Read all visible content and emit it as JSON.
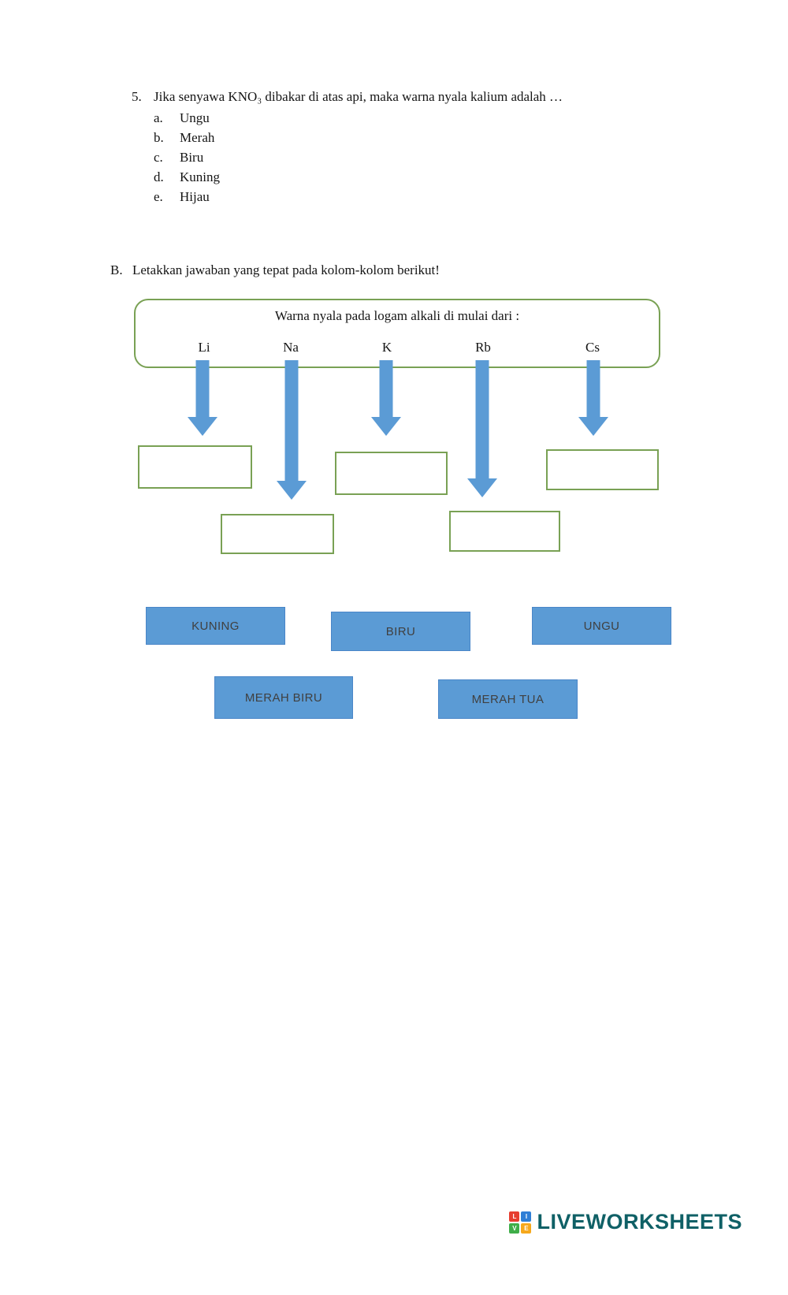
{
  "question": {
    "number": "5.",
    "text": "Jika senyawa KNO₃ dibakar di atas api, maka warna nyala kalium adalah …",
    "options": [
      {
        "letter": "a.",
        "label": "Ungu"
      },
      {
        "letter": "b.",
        "label": "Merah"
      },
      {
        "letter": "c.",
        "label": "Biru"
      },
      {
        "letter": "d.",
        "label": "Kuning"
      },
      {
        "letter": "e.",
        "label": "Hijau"
      }
    ]
  },
  "section_b": {
    "letter": "B.",
    "instruction": "Letakkan jawaban yang tepat pada kolom-kolom berikut!"
  },
  "diagram": {
    "title": "Warna nyala pada logam alkali di mulai dari :",
    "elements": [
      "Li",
      "Na",
      "K",
      "Rb",
      "Cs"
    ]
  },
  "answer_tiles": [
    "KUNING",
    "BIRU",
    "UNGU",
    "MERAH BIRU",
    "MERAH TUA"
  ],
  "footer": {
    "brand": "LIVEWORKSHEETS",
    "logo_letters": [
      "L",
      "I",
      "V",
      "E"
    ]
  },
  "colors": {
    "arrow_fill": "#5b9bd5",
    "tile_fill": "#5b9bd5",
    "tile_border": "#4a86c8",
    "tile_text": "#404040",
    "drop_box_border": "#79a154",
    "frame_border": "#79a154",
    "brand_text": "#0f6066",
    "logo_red": "#e63e30",
    "logo_blue": "#2f7fd6",
    "logo_green": "#3fae49",
    "logo_yellow": "#f6a81c"
  }
}
